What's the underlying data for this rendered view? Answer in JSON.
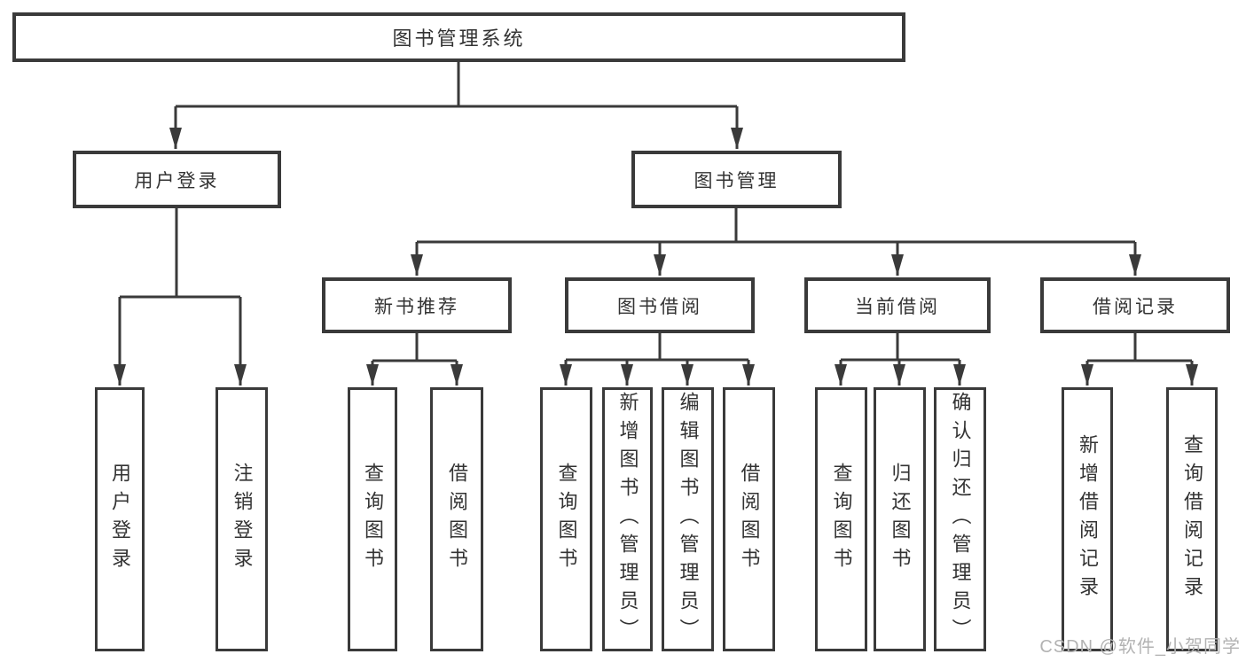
{
  "root": {
    "label": "图书管理系统"
  },
  "level1": [
    {
      "label": "用户登录"
    },
    {
      "label": "图书管理"
    }
  ],
  "level2": [
    {
      "label": "新书推荐"
    },
    {
      "label": "图书借阅"
    },
    {
      "label": "当前借阅"
    },
    {
      "label": "借阅记录"
    }
  ],
  "leaves": [
    {
      "label": "用户登录"
    },
    {
      "label": "注销登录"
    },
    {
      "label": "查询图书"
    },
    {
      "label": "借阅图书"
    },
    {
      "label": "查询图书"
    },
    {
      "label": "新增图书（管理员）"
    },
    {
      "label": "编辑图书（管理员）"
    },
    {
      "label": "借阅图书"
    },
    {
      "label": "查询图书"
    },
    {
      "label": "归还图书"
    },
    {
      "label": "确认归还（管理员）"
    },
    {
      "label": "新增借阅记录"
    },
    {
      "label": "查询借阅记录"
    }
  ],
  "watermark": "CSDN @软件_小贺同学",
  "colors": {
    "line": "#3a3a3a",
    "text": "#333333",
    "watermark": "#b3b3b3",
    "background": "#ffffff"
  }
}
